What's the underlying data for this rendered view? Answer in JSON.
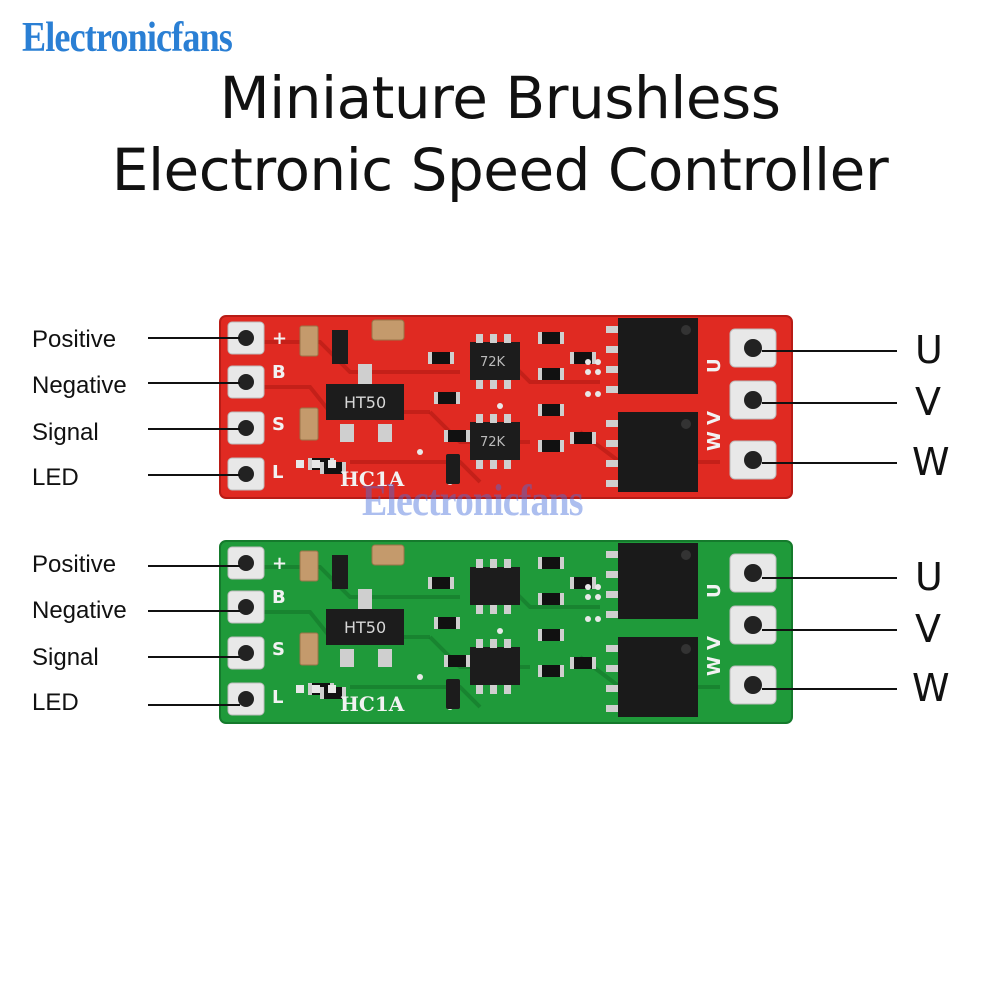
{
  "brand": "Electronicfans",
  "title": {
    "line1": "Miniature Brushless",
    "line2": "Electronic Speed Controller"
  },
  "watermark": "Electronicfans",
  "boards": [
    {
      "color": "#e02a22",
      "left_labels": [
        "Positive",
        "Negative",
        "Signal",
        "LED"
      ],
      "right_labels": [
        "U",
        "V",
        "W"
      ],
      "silk": {
        "ht": "HT50",
        "chip1": "72K",
        "chip2": "72K",
        "code": "HC1A"
      }
    },
    {
      "color": "#1f9a3a",
      "left_labels": [
        "Positive",
        "Negative",
        "Signal",
        "LED"
      ],
      "right_labels": [
        "U",
        "V",
        "W"
      ],
      "silk": {
        "ht": "HT50",
        "code": "HC1A"
      }
    }
  ]
}
